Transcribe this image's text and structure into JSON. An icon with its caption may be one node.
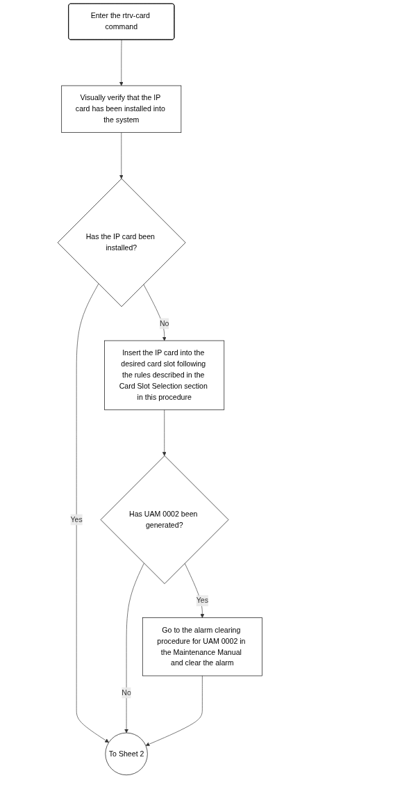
{
  "diagram": {
    "nodes": [
      {
        "text": [
          "Enter the rtrv-card command"
        ]
      },
      {
        "text": [
          "Visually verify that the IP card has been installed into the system"
        ]
      },
      {
        "text": [
          "Has the IP card been installed?"
        ]
      },
      {
        "text": [
          "Insert the IP card into the desired card slot following the rules described in the Card Slot Selection section in this procedure"
        ]
      },
      {
        "text": [
          "Has UAM 0002 been generated?"
        ]
      },
      {
        "text": [
          "Go to the alarm clearing procedure for UAM 0002 in the Maintenance Manual and clear the alarm"
        ]
      },
      {
        "text": [
          "To Sheet 2"
        ]
      }
    ],
    "edges": [
      {
        "from": 0,
        "to": 1,
        "arrow": "to"
      },
      {
        "from": 1,
        "to": 2,
        "arrow": "to"
      },
      {
        "from": 2,
        "to": 6,
        "label": "Yes",
        "arrow": "to"
      },
      {
        "from": 2,
        "to": 3,
        "label": "No",
        "arrow": "to"
      },
      {
        "from": 3,
        "to": 4,
        "arrow": "to"
      },
      {
        "from": 4,
        "to": 6,
        "label": "No",
        "arrow": "to"
      },
      {
        "from": 4,
        "to": 5,
        "label": "Yes",
        "arrow": "to"
      },
      {
        "from": 5,
        "to": 6,
        "arrow": "to"
      }
    ]
  }
}
